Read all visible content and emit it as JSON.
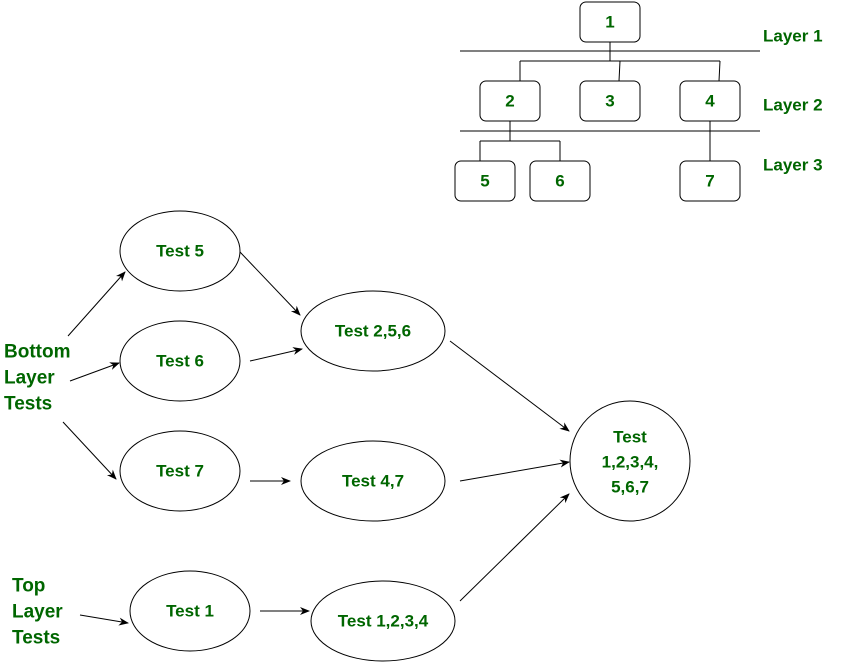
{
  "colors": {
    "text": "#006600",
    "stroke": "#000000",
    "background": "#ffffff"
  },
  "tree": {
    "nodes": [
      {
        "id": "1",
        "label": "1"
      },
      {
        "id": "2",
        "label": "2"
      },
      {
        "id": "3",
        "label": "3"
      },
      {
        "id": "4",
        "label": "4"
      },
      {
        "id": "5",
        "label": "5"
      },
      {
        "id": "6",
        "label": "6"
      },
      {
        "id": "7",
        "label": "7"
      }
    ],
    "edges": [
      [
        "1",
        "2"
      ],
      [
        "1",
        "3"
      ],
      [
        "1",
        "4"
      ],
      [
        "2",
        "5"
      ],
      [
        "2",
        "6"
      ],
      [
        "4",
        "7"
      ]
    ],
    "layers": [
      "Layer 1",
      "Layer 2",
      "Layer 3"
    ]
  },
  "flow": {
    "groups": {
      "bottom": [
        "Bottom",
        "Layer",
        "Tests"
      ],
      "top": [
        "Top",
        "Layer",
        "Tests"
      ]
    },
    "tests": [
      {
        "id": "t5",
        "label": [
          "Test 5"
        ]
      },
      {
        "id": "t6",
        "label": [
          "Test 6"
        ]
      },
      {
        "id": "t7",
        "label": [
          "Test 7"
        ]
      },
      {
        "id": "t256",
        "label": [
          "Test 2,5,6"
        ]
      },
      {
        "id": "t47",
        "label": [
          "Test 4,7"
        ]
      },
      {
        "id": "t1",
        "label": [
          "Test 1"
        ]
      },
      {
        "id": "t1234",
        "label": [
          "Test 1,2,3,4"
        ]
      },
      {
        "id": "tall",
        "label": [
          "Test",
          "1,2,3,4,",
          "5,6,7"
        ]
      }
    ],
    "edges": [
      [
        "bottom",
        "t5"
      ],
      [
        "bottom",
        "t6"
      ],
      [
        "bottom",
        "t7"
      ],
      [
        "t5",
        "t256"
      ],
      [
        "t6",
        "t256"
      ],
      [
        "t7",
        "t47"
      ],
      [
        "t256",
        "tall"
      ],
      [
        "t47",
        "tall"
      ],
      [
        "top",
        "t1"
      ],
      [
        "t1",
        "t1234"
      ],
      [
        "t1234",
        "tall"
      ]
    ]
  }
}
